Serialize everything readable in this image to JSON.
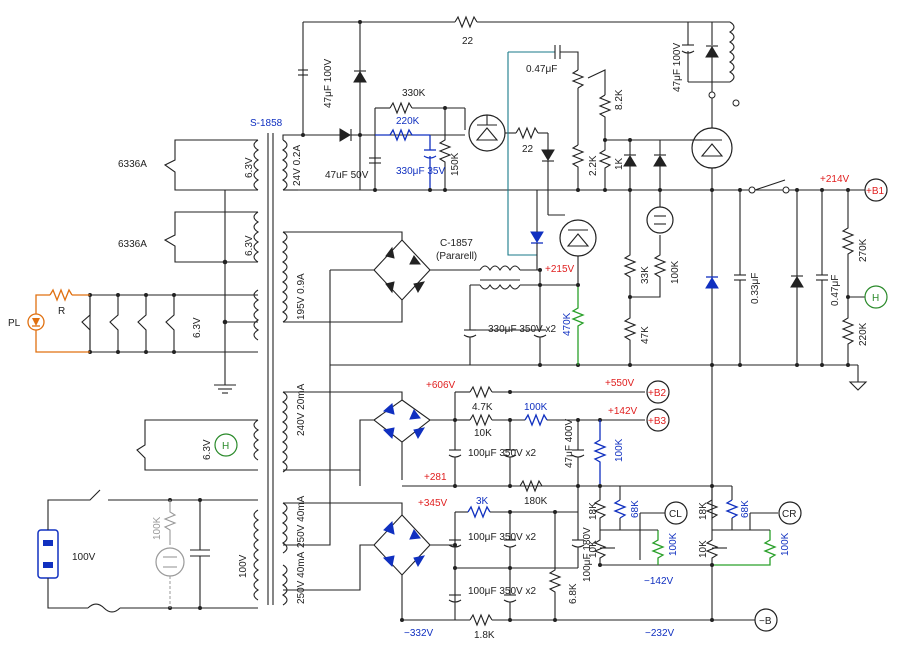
{
  "transformer": "S-1858",
  "choke": {
    "name": "C-1857",
    "note": "(Pararell)"
  },
  "pilot": {
    "label": "PL",
    "resistor": "R"
  },
  "mains": {
    "label": "100V"
  },
  "windings": {
    "h1": "6.3V",
    "h2": "6.3V",
    "h3": "6.3V",
    "h4": "6.3V",
    "sec_24v": "24V 0.2A",
    "sec_195v": "195V 0.9A",
    "sec_240v": "240V\n20mA",
    "sec_250a": "250V\n40mA",
    "sec_250b": "250V\n40mA",
    "prim": "100V"
  },
  "tubes": {
    "t1": "6336A",
    "t2": "6336A"
  },
  "components": {
    "r22_top": "22",
    "c47_100": "47μF 100V",
    "c47_50": "47uF 50V",
    "r330k": "330K",
    "r220k": "220K",
    "c330_35": "330μF\n35V",
    "r150k": "150K",
    "r22b": "22",
    "c047": "0.47μF",
    "r82k": "8.2K",
    "r22k": "2.2K",
    "r1k": "1K",
    "c47_100v_r": "47μF 100V",
    "r33k": "33K",
    "r100k_a": "100K",
    "r47k": "47K",
    "c330_350": "330μF\n350V x2",
    "r470k": "470K",
    "c033": "0.33μF",
    "c047b": "0.47μF",
    "r270k": "270K",
    "r220kb": "220K",
    "r47k_b2": "4.7K",
    "r10k": "10K",
    "r100k_b3": "100K",
    "c100_a": "100μF\n350V x2",
    "c47_400": "47μF\n400V",
    "r100k_c": "100K",
    "r180k": "180K",
    "r3k": "3K",
    "c100_b": "100μF\n350V x2",
    "c100_180": "100μF 180V",
    "r18k_a": "18K",
    "r68k_a": "68K",
    "r10k_a": "10K",
    "r100k_d": "100K",
    "r18k_b": "18K",
    "r68k_b": "68K",
    "r10k_b": "10K",
    "r100k_e": "100K",
    "c100_c": "100μF\n350V x2",
    "r68k": "6.8K",
    "r18k": "1.8K",
    "neon_r": "100K"
  },
  "voltages": {
    "v214": "+214V",
    "v215": "+215V",
    "v606": "+606V",
    "v550": "+550V",
    "v142": "+142V",
    "v281": "+281",
    "v345": "+345V",
    "vm142": "−142V",
    "vm332": "−332V",
    "vm232": "−232V"
  },
  "terminals": {
    "b1": "+B1",
    "b2": "+B2",
    "b3": "+B3",
    "h1": "H",
    "h2": "H",
    "cl": "CL",
    "cr": "CR",
    "mb": "−B"
  }
}
